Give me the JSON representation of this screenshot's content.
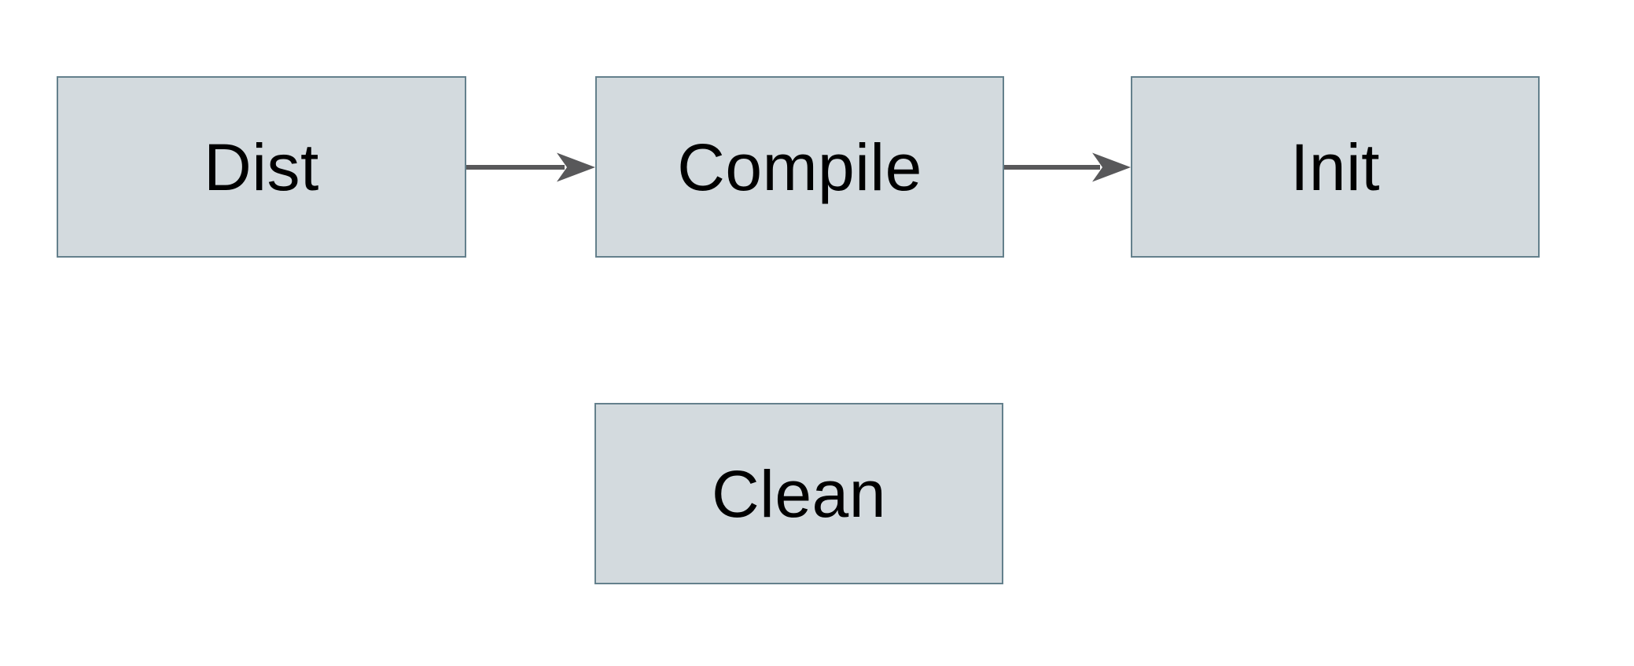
{
  "diagram": {
    "colors": {
      "background": "#ffffff",
      "node_fill": "#d3dade",
      "node_border": "#64808c",
      "arrow": "#58585a",
      "label_text": "#000000"
    },
    "nodes": [
      {
        "id": "dist",
        "label": "Dist"
      },
      {
        "id": "compile",
        "label": "Compile"
      },
      {
        "id": "init",
        "label": "Init"
      },
      {
        "id": "clean",
        "label": "Clean"
      }
    ],
    "edges": [
      {
        "from": "dist",
        "to": "compile"
      },
      {
        "from": "compile",
        "to": "init"
      }
    ]
  }
}
